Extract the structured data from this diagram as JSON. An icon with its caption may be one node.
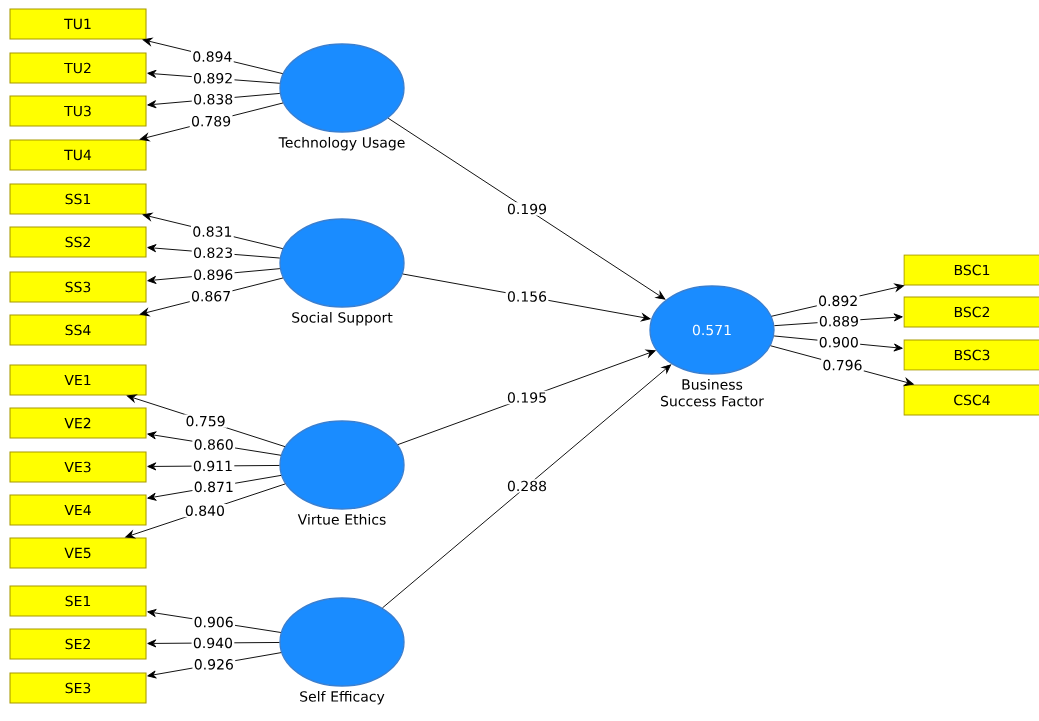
{
  "diagram": {
    "nodes": [
      {
        "text": [
          "TU1"
        ]
      },
      {
        "text": [
          "TU2"
        ]
      },
      {
        "text": [
          "TU3"
        ]
      },
      {
        "text": [
          "TU4"
        ]
      },
      {
        "text": [
          "Technology Usage"
        ]
      },
      {
        "text": [
          "SS1"
        ]
      },
      {
        "text": [
          "SS2"
        ]
      },
      {
        "text": [
          "SS3"
        ]
      },
      {
        "text": [
          "SS4"
        ]
      },
      {
        "text": [
          "Social Support"
        ]
      },
      {
        "text": [
          "VE1"
        ]
      },
      {
        "text": [
          "VE2"
        ]
      },
      {
        "text": [
          "VE3"
        ]
      },
      {
        "text": [
          "VE4"
        ]
      },
      {
        "text": [
          "VE5"
        ]
      },
      {
        "text": [
          "Virtue Ethics"
        ]
      },
      {
        "text": [
          "SE1"
        ]
      },
      {
        "text": [
          "SE2"
        ]
      },
      {
        "text": [
          "SE3"
        ]
      },
      {
        "text": [
          "Self Efficacy"
        ]
      },
      {
        "text": [
          "0.571",
          "Business Success Factor"
        ]
      },
      {
        "text": [
          "BSC1"
        ]
      },
      {
        "text": [
          "BSC2"
        ]
      },
      {
        "text": [
          "BSC3"
        ]
      },
      {
        "text": [
          "CSC4"
        ]
      }
    ],
    "edges": [
      {
        "from": 4,
        "to": 0,
        "arrow": "to",
        "label": "0.894"
      },
      {
        "from": 4,
        "to": 1,
        "arrow": "to",
        "label": "0.892"
      },
      {
        "from": 4,
        "to": 2,
        "arrow": "to",
        "label": "0.838"
      },
      {
        "from": 4,
        "to": 3,
        "arrow": "to",
        "label": "0.789"
      },
      {
        "from": 9,
        "to": 5,
        "arrow": "to",
        "label": "0.831"
      },
      {
        "from": 9,
        "to": 6,
        "arrow": "to",
        "label": "0.823"
      },
      {
        "from": 9,
        "to": 7,
        "arrow": "to",
        "label": "0.896"
      },
      {
        "from": 9,
        "to": 8,
        "arrow": "to",
        "label": "0.867"
      },
      {
        "from": 15,
        "to": 10,
        "arrow": "to",
        "label": "0.759"
      },
      {
        "from": 15,
        "to": 11,
        "arrow": "to",
        "label": "0.860"
      },
      {
        "from": 15,
        "to": 12,
        "arrow": "to",
        "label": "0.911"
      },
      {
        "from": 15,
        "to": 13,
        "arrow": "to",
        "label": "0.871"
      },
      {
        "from": 15,
        "to": 14,
        "arrow": "to",
        "label": "0.840"
      },
      {
        "from": 19,
        "to": 16,
        "arrow": "to",
        "label": "0.906"
      },
      {
        "from": 19,
        "to": 17,
        "arrow": "to",
        "label": "0.940"
      },
      {
        "from": 19,
        "to": 18,
        "arrow": "to",
        "label": "0.926"
      },
      {
        "from": 4,
        "to": 20,
        "arrow": "to",
        "label": "0.199"
      },
      {
        "from": 9,
        "to": 20,
        "arrow": "to",
        "label": "0.156"
      },
      {
        "from": 15,
        "to": 20,
        "arrow": "to",
        "label": "0.195"
      },
      {
        "from": 19,
        "to": 20,
        "arrow": "to",
        "label": "0.288"
      },
      {
        "from": 20,
        "to": 21,
        "arrow": "to",
        "label": "0.892"
      },
      {
        "from": 20,
        "to": 22,
        "arrow": "to",
        "label": "0.889"
      },
      {
        "from": 20,
        "to": 23,
        "arrow": "to",
        "label": "0.900"
      },
      {
        "from": 20,
        "to": 24,
        "arrow": "to",
        "label": "0.796"
      }
    ]
  }
}
